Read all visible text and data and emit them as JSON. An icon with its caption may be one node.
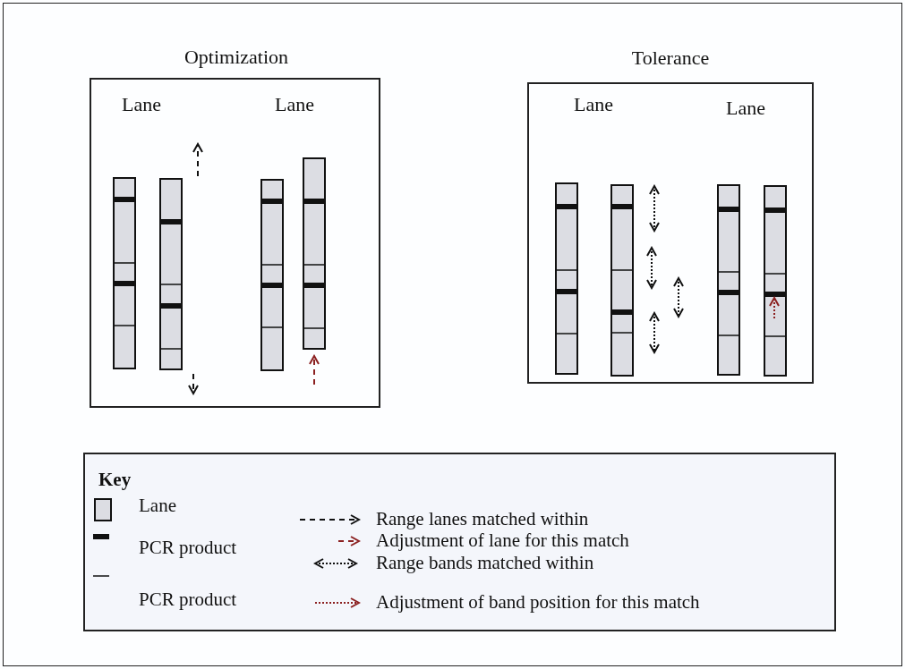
{
  "diagram": {
    "nodes": [
      {
        "text": [
          "Optimization"
        ]
      },
      {
        "text": [
          "Tolerance"
        ]
      },
      {
        "text": [
          "Key"
        ]
      }
    ],
    "edges": [],
    "labels": [
      "Lane",
      "Lane",
      "Lane",
      "Lane"
    ],
    "legend": [
      {
        "text": "Lane"
      },
      {
        "text": "PCR product"
      },
      {
        "text": "PCR product"
      },
      {
        "text": "Range lanes matched within"
      },
      {
        "text": "Adjustment of lane for this match"
      },
      {
        "text": "Range bands matched within"
      },
      {
        "text": "Adjustment of band position for this match"
      }
    ]
  }
}
